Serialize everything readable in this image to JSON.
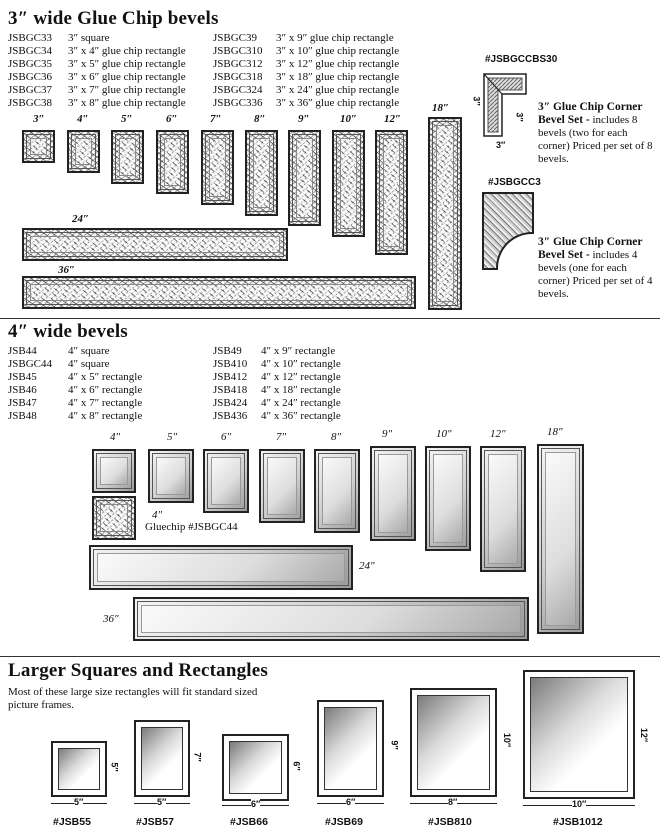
{
  "section1": {
    "title": "3″ wide Glue Chip bevels",
    "list_left": [
      {
        "code": "JSBGC33",
        "desc": "3″  square"
      },
      {
        "code": "JSBGC34",
        "desc": "3″ x 4″ glue chip rectangle"
      },
      {
        "code": "JSBGC35",
        "desc": "3″ x 5″ glue chip rectangle"
      },
      {
        "code": "JSBGC36",
        "desc": "3″ x 6″ glue chip rectangle"
      },
      {
        "code": "JSBGC37",
        "desc": "3″ x 7″ glue chip rectangle"
      },
      {
        "code": "JSBGC38",
        "desc": "3″ x 8″ glue chip rectangle"
      }
    ],
    "list_right": [
      {
        "code": "JSBGC39",
        "desc": "3″ x 9″ glue chip rectangle"
      },
      {
        "code": "JSBGC310",
        "desc": "3″ x 10″ glue chip rectangle"
      },
      {
        "code": "JSBGC312",
        "desc": "3″ x 12″ glue chip rectangle"
      },
      {
        "code": "JSBGC318",
        "desc": "3″ x 18″ glue chip rectangle"
      },
      {
        "code": "JSBGC324",
        "desc": "3″ x 24″ glue chip rectangle"
      },
      {
        "code": "JSBGC336",
        "desc": "3″ x 36″ glue chip rectangle"
      }
    ],
    "size_labels": [
      "3″",
      "4″",
      "5″",
      "6″",
      "7″",
      "8″",
      "9″",
      "10″",
      "12″",
      "18″",
      "24″",
      "36″"
    ],
    "corner1": {
      "code": "#JSBGCCBS30",
      "dim_a": "3″",
      "dim_b": "3″",
      "dim_c": "3″",
      "title": "3″ Glue Chip Corner Bevel Set -",
      "text": " includes 8 bevels (two for each corner) Priced per set of 8 bevels."
    },
    "corner2": {
      "code": "#JSBGCC3",
      "title": "3″ Glue Chip Corner Bevel Set -",
      "text": " includes 4 bevels (one for each corner) Priced per set of 4 bevels."
    }
  },
  "section2": {
    "title": "4″ wide bevels",
    "list_left": [
      {
        "code": "JSB44",
        "desc": "4″  square"
      },
      {
        "code": "JSBGC44",
        "desc": "4″  square"
      },
      {
        "code": "JSB45",
        "desc": "4″ x 5″ rectangle"
      },
      {
        "code": "JSB46",
        "desc": "4″ x 6″ rectangle"
      },
      {
        "code": "JSB47",
        "desc": "4″ x 7″ rectangle"
      },
      {
        "code": "JSB48",
        "desc": "4″ x 8″ rectangle"
      }
    ],
    "list_right": [
      {
        "code": "JSB49",
        "desc": "4″ x 9″ rectangle"
      },
      {
        "code": "JSB410",
        "desc": "4″ x 10″ rectangle"
      },
      {
        "code": "JSB412",
        "desc": "4″ x 12″ rectangle"
      },
      {
        "code": "JSB418",
        "desc": "4″ x 18″ rectangle"
      },
      {
        "code": "JSB424",
        "desc": "4″ x 24″ rectangle"
      },
      {
        "code": "JSB436",
        "desc": "4″ x 36″ rectangle"
      }
    ],
    "size_labels": [
      "4″",
      "5″",
      "6″",
      "7″",
      "8″",
      "9″",
      "10″",
      "12″",
      "18″",
      "24″",
      "36″"
    ],
    "gluechip_size": "4″",
    "gluechip_label": "Gluechip #JSBGC44"
  },
  "section3": {
    "title": "Larger Squares and Rectangles",
    "subtitle": "Most of these large size rectangles will fit standard sized picture frames.",
    "items": [
      {
        "code": "#JSB55",
        "w": "5″",
        "h": "5″"
      },
      {
        "code": "#JSB57",
        "w": "5″",
        "h": "7″"
      },
      {
        "code": "#JSB66",
        "w": "6″",
        "h": "6″"
      },
      {
        "code": "#JSB69",
        "w": "6″",
        "h": "9″"
      },
      {
        "code": "#JSB810",
        "w": "8″",
        "h": "10″"
      },
      {
        "code": "#JSB1012",
        "w": "10″",
        "h": "12″"
      }
    ]
  }
}
